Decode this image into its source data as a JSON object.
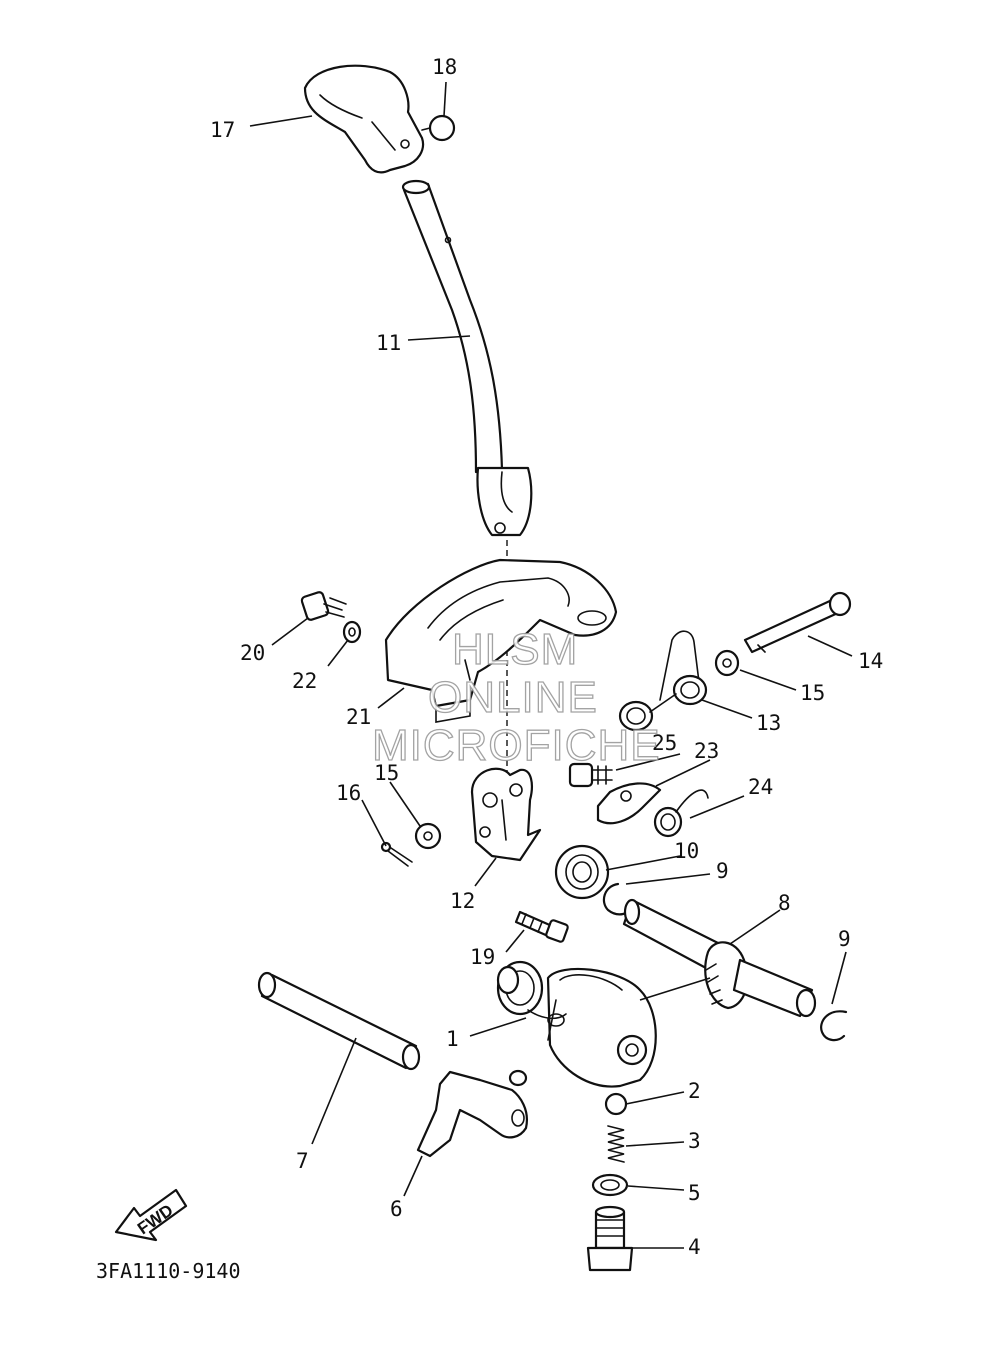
{
  "diagram": {
    "drawing_code": "3FA1110-9140",
    "direction_label": "FWD",
    "watermark": [
      "HLSM",
      "ONLINE",
      "MICROFICHE"
    ],
    "callouts": {
      "c1": "1",
      "c2": "2",
      "c3": "3",
      "c4": "4",
      "c5": "5",
      "c6": "6",
      "c7": "7",
      "c8": "8",
      "c9a": "9",
      "c9b": "9",
      "c10": "10",
      "c11": "11",
      "c12": "12",
      "c13": "13",
      "c14": "14",
      "c15a": "15",
      "c15b": "15",
      "c16": "16",
      "c17": "17",
      "c18": "18",
      "c19": "19",
      "c20": "20",
      "c21": "21",
      "c22": "22",
      "c23": "23",
      "c24": "24",
      "c25": "25"
    }
  }
}
